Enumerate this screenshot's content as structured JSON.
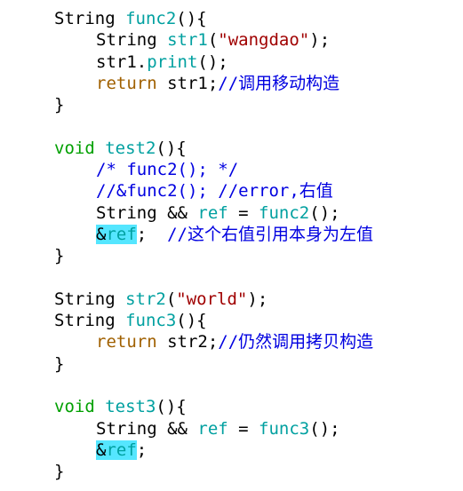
{
  "editor": {
    "lines": [
      {
        "indent": 0,
        "tokens": [
          {
            "t": "String ",
            "c": ""
          },
          {
            "t": "func2",
            "c": "fn"
          },
          {
            "t": "(){",
            "c": ""
          }
        ]
      },
      {
        "indent": 1,
        "tokens": [
          {
            "t": "String ",
            "c": ""
          },
          {
            "t": "str1",
            "c": "fn"
          },
          {
            "t": "(",
            "c": ""
          },
          {
            "t": "\"wangdao\"",
            "c": "str"
          },
          {
            "t": ");",
            "c": ""
          }
        ]
      },
      {
        "indent": 1,
        "tokens": [
          {
            "t": "str1.",
            "c": ""
          },
          {
            "t": "print",
            "c": "fn"
          },
          {
            "t": "();",
            "c": ""
          }
        ]
      },
      {
        "indent": 1,
        "tokens": [
          {
            "t": "return",
            "c": "ret"
          },
          {
            "t": " str1;",
            "c": ""
          },
          {
            "t": "//调用移动构造",
            "c": "cmt"
          }
        ]
      },
      {
        "indent": 0,
        "tokens": [
          {
            "t": "}",
            "c": ""
          }
        ]
      },
      {
        "indent": 0,
        "tokens": []
      },
      {
        "indent": 0,
        "tokens": [
          {
            "t": "void",
            "c": "kw"
          },
          {
            "t": " ",
            "c": ""
          },
          {
            "t": "test2",
            "c": "fn"
          },
          {
            "t": "(){",
            "c": ""
          }
        ]
      },
      {
        "indent": 1,
        "tokens": [
          {
            "t": "/* func2(); */",
            "c": "cmt"
          }
        ]
      },
      {
        "indent": 1,
        "tokens": [
          {
            "t": "//&func2(); //error,右值",
            "c": "cmt"
          }
        ]
      },
      {
        "indent": 1,
        "tokens": [
          {
            "t": "String && ",
            "c": ""
          },
          {
            "t": "ref",
            "c": "fn"
          },
          {
            "t": " = ",
            "c": ""
          },
          {
            "t": "func2",
            "c": "fn"
          },
          {
            "t": "();",
            "c": ""
          }
        ]
      },
      {
        "indent": 1,
        "tokens": [
          {
            "t": "&",
            "c": "hl-amp"
          },
          {
            "t": "ref",
            "c": "hl-fn"
          },
          {
            "t": ";  ",
            "c": ""
          },
          {
            "t": "//这个右值引用本身为左值",
            "c": "cmt"
          }
        ]
      },
      {
        "indent": 0,
        "tokens": [
          {
            "t": "}",
            "c": ""
          }
        ]
      },
      {
        "indent": 0,
        "tokens": []
      },
      {
        "indent": 0,
        "tokens": [
          {
            "t": "String ",
            "c": ""
          },
          {
            "t": "str2",
            "c": "fn"
          },
          {
            "t": "(",
            "c": ""
          },
          {
            "t": "\"world\"",
            "c": "str"
          },
          {
            "t": ");",
            "c": ""
          }
        ]
      },
      {
        "indent": 0,
        "tokens": [
          {
            "t": "String ",
            "c": ""
          },
          {
            "t": "func3",
            "c": "fn"
          },
          {
            "t": "(){",
            "c": ""
          }
        ]
      },
      {
        "indent": 1,
        "tokens": [
          {
            "t": "return",
            "c": "ret"
          },
          {
            "t": " str2;",
            "c": ""
          },
          {
            "t": "//仍然调用拷贝构造",
            "c": "cmt"
          }
        ]
      },
      {
        "indent": 0,
        "tokens": [
          {
            "t": "}",
            "c": ""
          }
        ]
      },
      {
        "indent": 0,
        "tokens": []
      },
      {
        "indent": 0,
        "tokens": [
          {
            "t": "void",
            "c": "kw"
          },
          {
            "t": " ",
            "c": ""
          },
          {
            "t": "test3",
            "c": "fn"
          },
          {
            "t": "(){",
            "c": ""
          }
        ]
      },
      {
        "indent": 1,
        "tokens": [
          {
            "t": "String && ",
            "c": ""
          },
          {
            "t": "ref",
            "c": "fn"
          },
          {
            "t": " = ",
            "c": ""
          },
          {
            "t": "func3",
            "c": "fn"
          },
          {
            "t": "();",
            "c": ""
          }
        ]
      },
      {
        "indent": 1,
        "tokens": [
          {
            "t": "&",
            "c": "hl-amp"
          },
          {
            "t": "ref",
            "c": "hl-fn"
          },
          {
            "t": ";",
            "c": ""
          }
        ]
      },
      {
        "indent": 0,
        "tokens": [
          {
            "t": "}",
            "c": ""
          }
        ]
      }
    ]
  }
}
